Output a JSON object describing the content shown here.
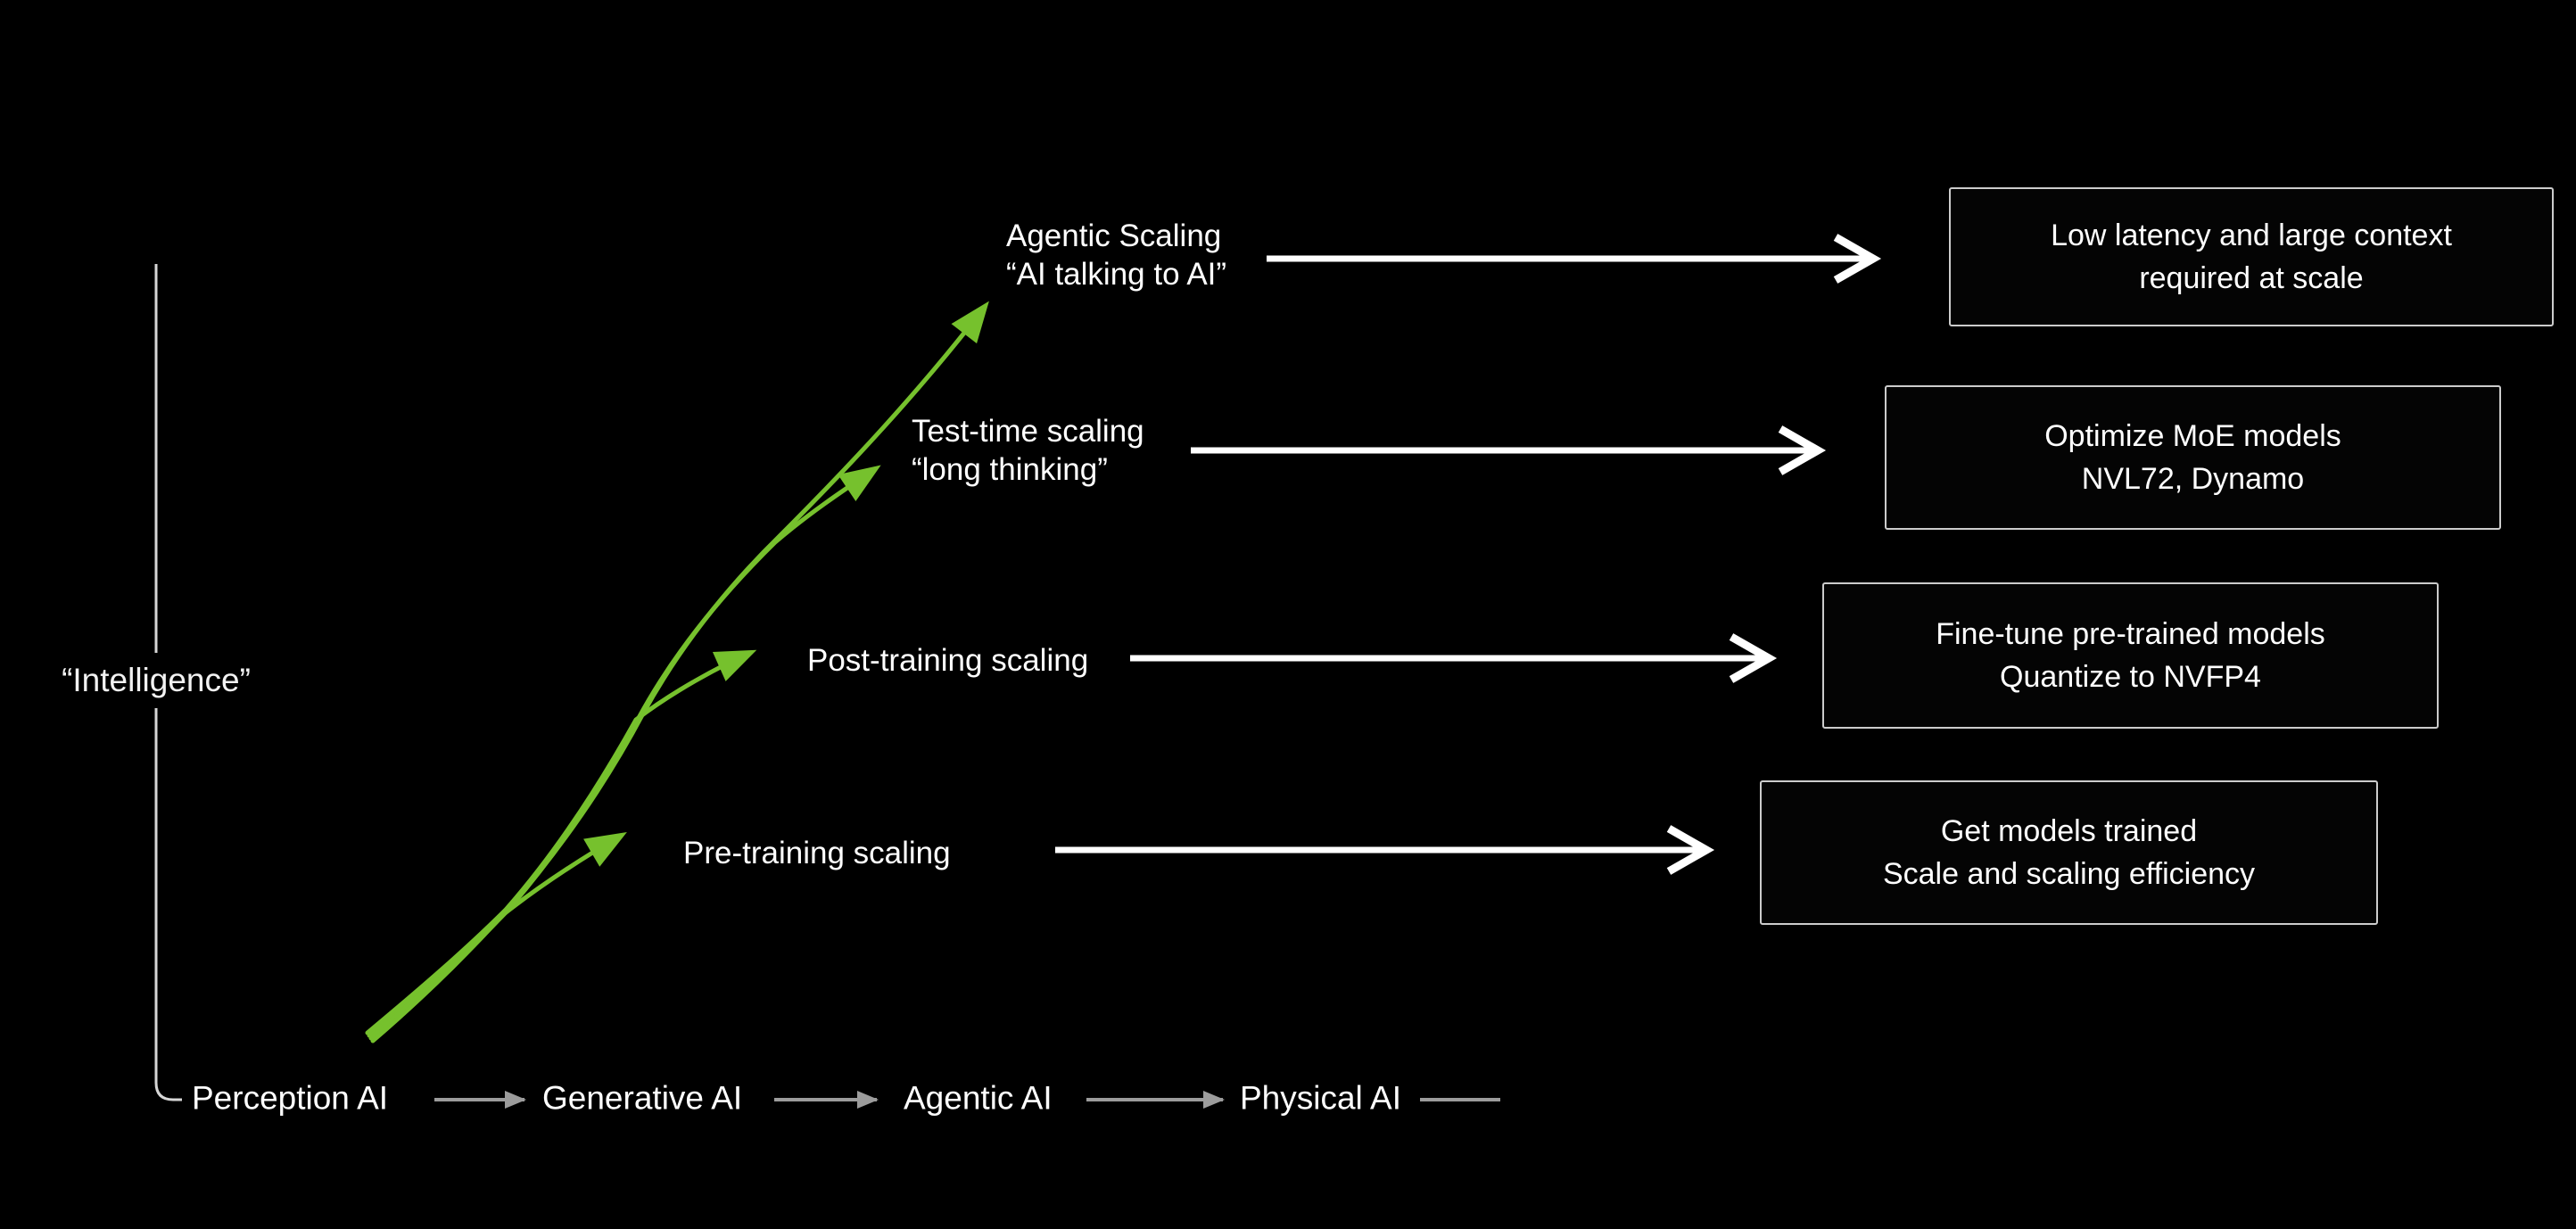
{
  "slide": {
    "background": "#000000",
    "y_axis": {
      "label": "“Intelligence”"
    },
    "x_axis": {
      "eras": [
        "Perception AI",
        "Generative AI",
        "Agentic AI",
        "Physical AI"
      ]
    },
    "colors": {
      "curve_green": "#76c12d",
      "flow_arrow_white": "#ffffff",
      "axis_arrow_gray": "#9c9c9c",
      "axis_line": "#d6d6d6",
      "box_border": "#cccccc"
    },
    "rows": [
      {
        "id": "agentic-scaling",
        "label": [
          "Agentic Scaling",
          "“AI talking to AI”"
        ],
        "box": [
          "Low latency and large context",
          "required at scale"
        ]
      },
      {
        "id": "test-time-scaling",
        "label": [
          "Test-time scaling",
          "“long thinking”"
        ],
        "box": [
          "Optimize MoE models",
          "NVL72, Dynamo"
        ]
      },
      {
        "id": "post-training-scaling",
        "label": [
          "Post-training scaling"
        ],
        "box": [
          "Fine-tune pre-trained models",
          "Quantize to NVFP4"
        ]
      },
      {
        "id": "pre-training-scaling",
        "label": [
          "Pre-training scaling"
        ],
        "box": [
          "Get models trained",
          "Scale and scaling efficiency"
        ]
      }
    ]
  }
}
